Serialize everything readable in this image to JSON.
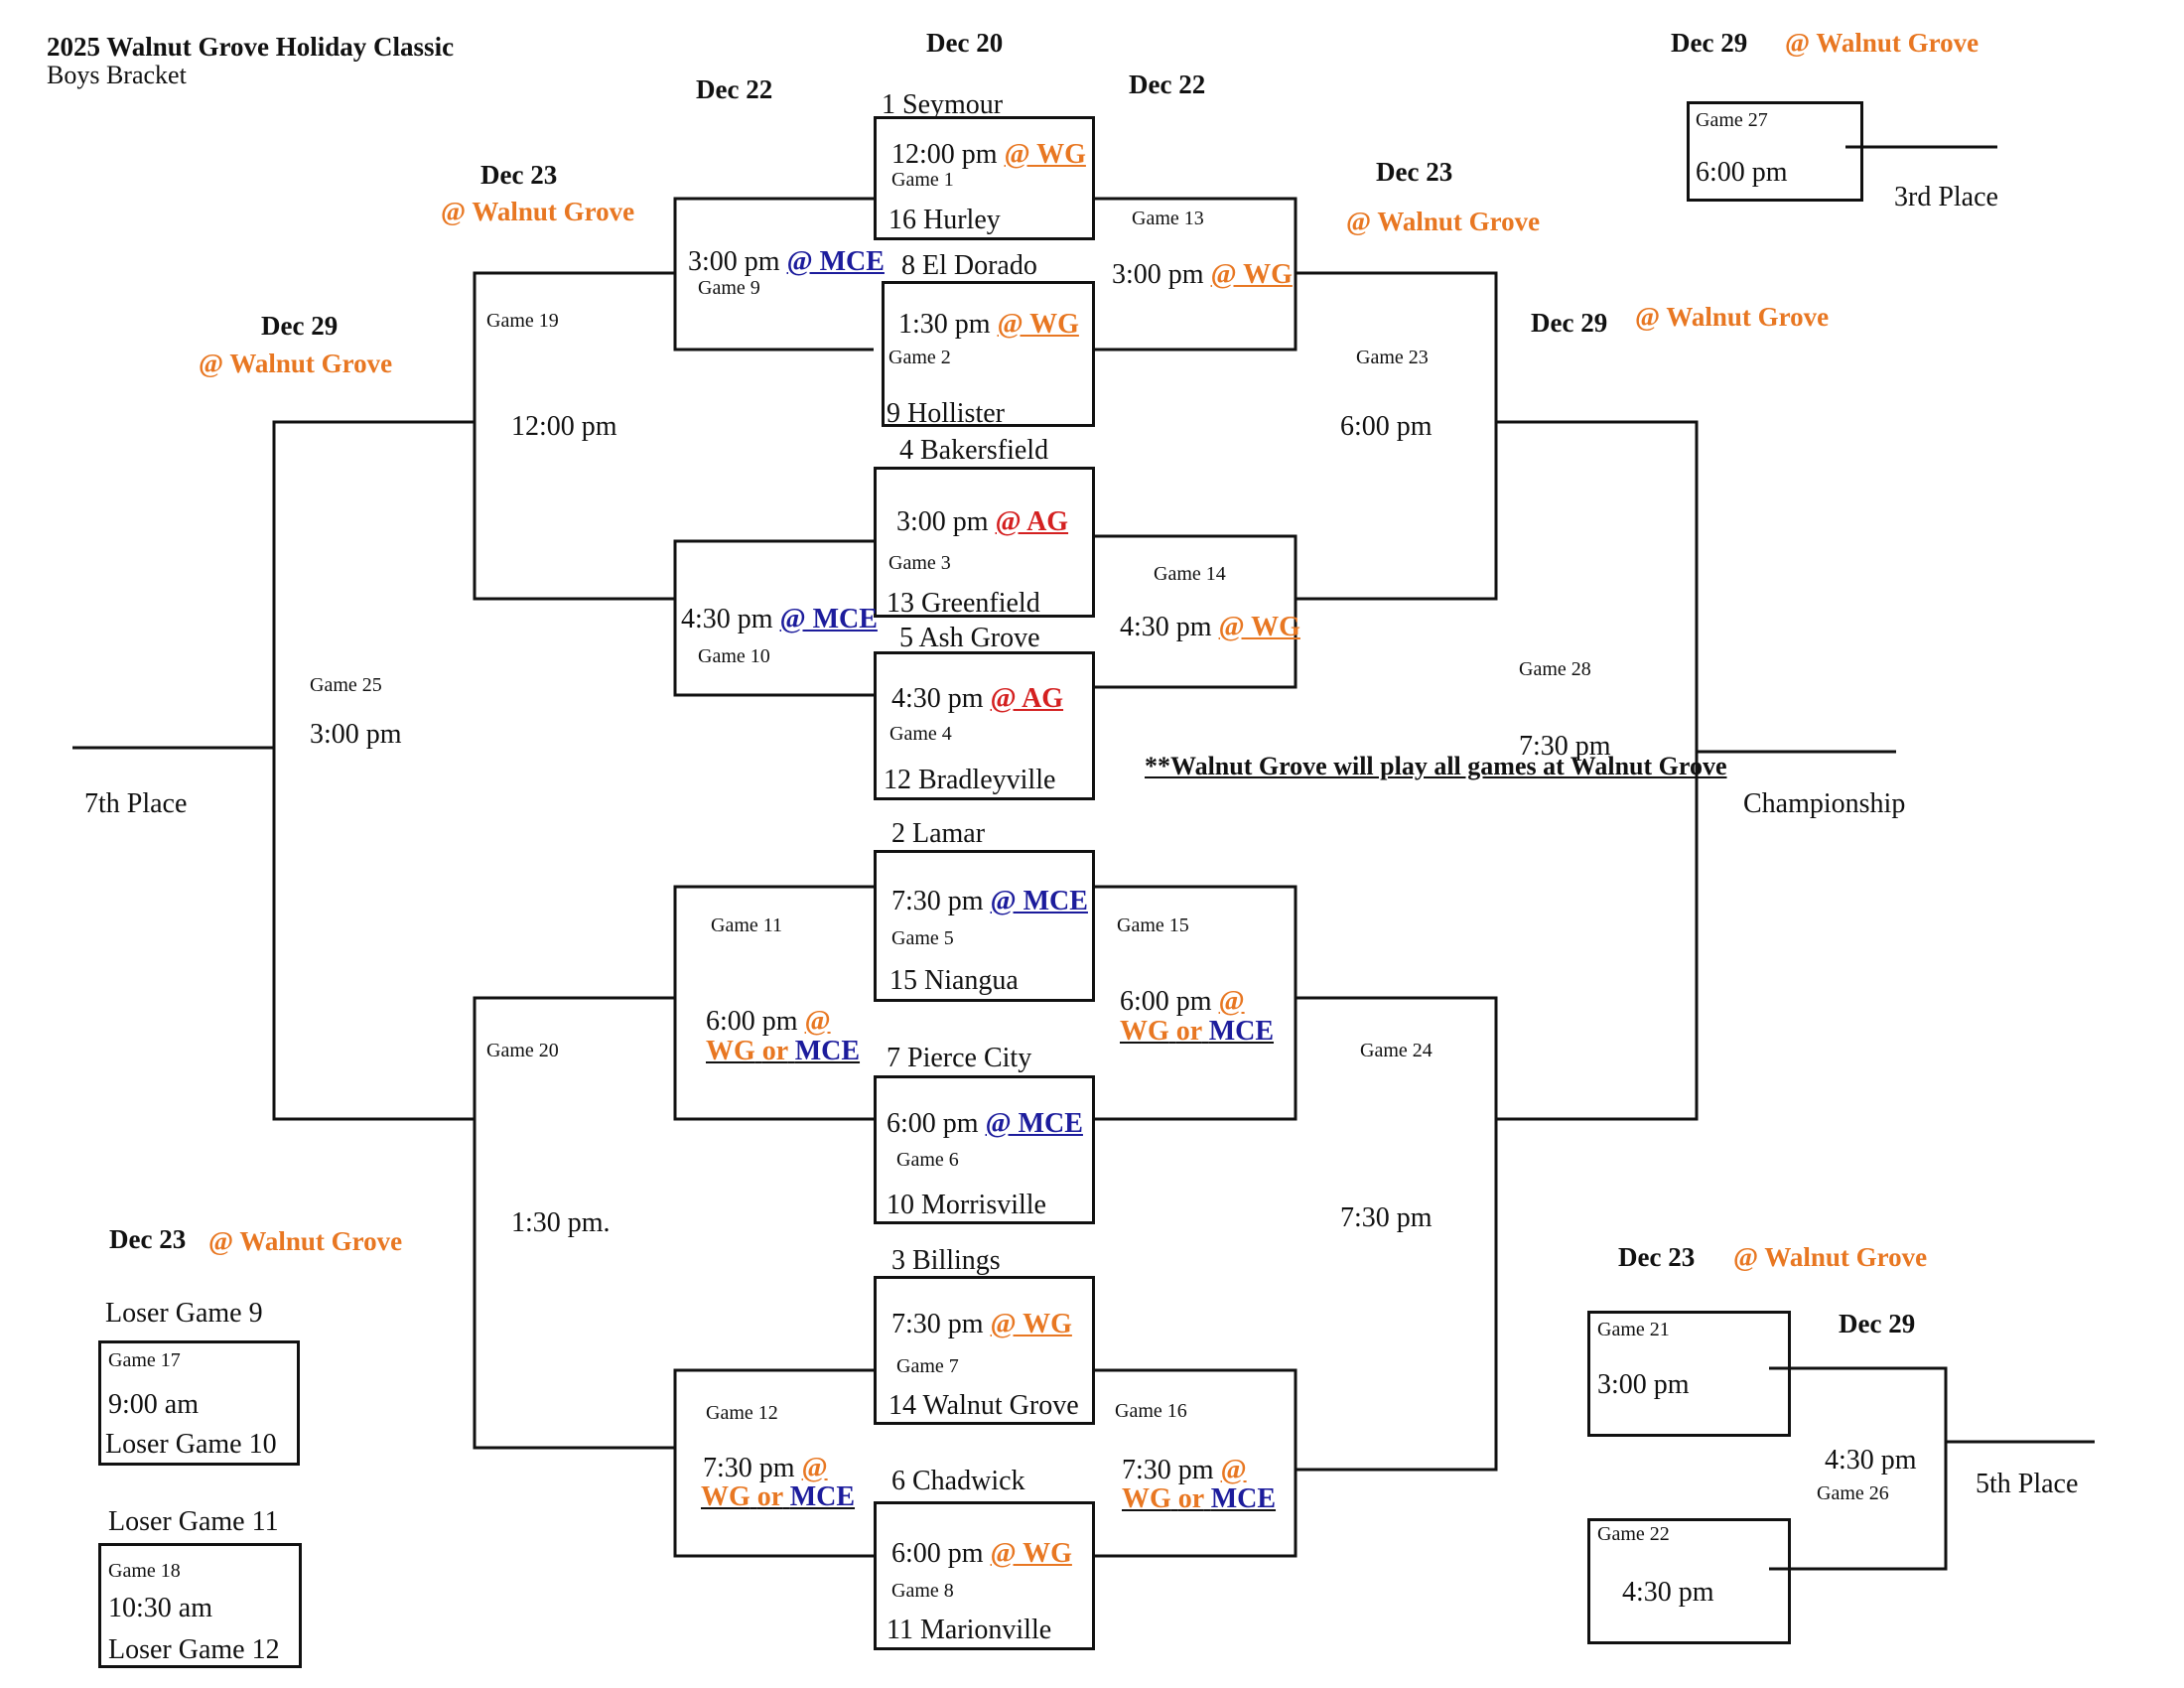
{
  "header": {
    "title": "2025 Walnut Grove Holiday Classic",
    "subtitle": "Boys Bracket"
  },
  "colors": {
    "walnut_grove": "#e87722",
    "mce": "#1c1c9c",
    "ag": "#d42020",
    "line": "#111111"
  },
  "dates": {
    "dec20": "Dec 20",
    "dec22_left": "Dec 22",
    "dec22_right": "Dec 22",
    "dec23_left": "Dec 23",
    "dec23_right": "Dec 23",
    "dec29_left": "Dec 29",
    "dec29_right": "Dec 29",
    "dec29_top": "Dec 29",
    "dec23_consol_left": "Dec 23",
    "dec23_consol_right": "Dec 23",
    "dec29_consol_right": "Dec 29"
  },
  "locations": {
    "walnut_grove": "@ Walnut Grove",
    "at_wg": "@ WG",
    "at_mce": "@ MCE",
    "at_ag": "@ AG",
    "at": "@",
    "wg": "WG",
    "or": "or",
    "mce": "MCE"
  },
  "first_round": [
    {
      "game": "Game 1",
      "time": "12:00 pm",
      "top": "1 Seymour",
      "bottom": "16 Hurley"
    },
    {
      "game": "Game 2",
      "time": "1:30 pm",
      "top": "8 El Dorado",
      "bottom": "9 Hollister"
    },
    {
      "game": "Game 3",
      "time": "3:00 pm",
      "top": "4 Bakersfield",
      "bottom": "13 Greenfield"
    },
    {
      "game": "Game 4",
      "time": "4:30 pm",
      "top": "5  Ash Grove",
      "bottom": "12 Bradleyville"
    },
    {
      "game": "Game 5",
      "time": "7:30 pm",
      "top": "2 Lamar",
      "bottom": "15 Niangua"
    },
    {
      "game": "Game 6",
      "time": "6:00 pm",
      "top": "7 Pierce City",
      "bottom": "10 Morrisville"
    },
    {
      "game": "Game 7",
      "time": "7:30 pm",
      "top": "3 Billings",
      "bottom": "14 Walnut Grove"
    },
    {
      "game": "Game 8",
      "time": "6:00 pm",
      "top": "6  Chadwick",
      "bottom": "11 Marionville"
    }
  ],
  "consolation_round": [
    {
      "game": "Game 9",
      "time": "3:00 pm"
    },
    {
      "game": "Game 10",
      "time": "4:30 pm"
    },
    {
      "game": "Game 11",
      "time": "6:00 pm"
    },
    {
      "game": "Game 12",
      "time": "7:30 pm"
    }
  ],
  "quarterfinal_winners": [
    {
      "game": "Game 13",
      "time": "3:00 pm"
    },
    {
      "game": "Game 14",
      "time": "4:30 pm"
    },
    {
      "game": "Game 15",
      "time": "6:00 pm"
    },
    {
      "game": "Game 16",
      "time": "7:30 pm"
    }
  ],
  "later_games": {
    "g19": {
      "game": "Game 19",
      "time": "12:00 pm"
    },
    "g20": {
      "game": "Game 20",
      "time": "1:30 pm."
    },
    "g23": {
      "game": "Game  23",
      "time": "6:00  pm"
    },
    "g24": {
      "game": "Game 24",
      "time": "7:30  pm"
    },
    "g25": {
      "game": "Game 25",
      "time": "3:00 pm"
    },
    "g28": {
      "game": "Game 28",
      "time": "7:30 pm"
    },
    "g27": {
      "game": "Game 27",
      "time": "6:00 pm"
    },
    "g17": {
      "game": "Game 17",
      "time": "9:00 am",
      "top": "Loser Game 9",
      "bottom": "Loser Game 10"
    },
    "g18": {
      "game": "Game 18",
      "time": "10:30 am",
      "top": "Loser Game 11",
      "bottom": "Loser Game 12"
    },
    "g21": {
      "game": "Game 21",
      "time": "3:00  pm"
    },
    "g22": {
      "game": "Game 22",
      "time": "4:30 pm"
    },
    "g26": {
      "game": "Game 26",
      "time": "4:30 pm"
    }
  },
  "placements": {
    "third": "3rd Place",
    "seventh": "7th Place",
    "championship": "Championship",
    "fifth": "5th Place"
  },
  "note": "**Walnut Grove will play all games at Walnut Grove"
}
